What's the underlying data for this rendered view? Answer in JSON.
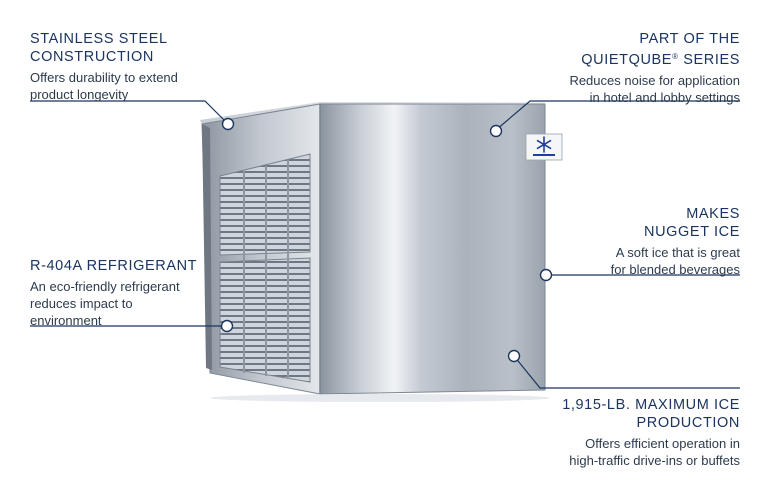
{
  "diagram": {
    "callouts": [
      {
        "id": "stainless",
        "title": "STAINLESS STEEL\nCONSTRUCTION",
        "desc": "Offers durability to extend\nproduct longevity"
      },
      {
        "id": "quietqube",
        "title_line1": "PART OF THE",
        "title_line2_a": "QUIETQUBE",
        "title_line2_sup": "®",
        "title_line2_b": " SERIES",
        "desc": "Reduces noise for application\nin hotel and lobby settings"
      },
      {
        "id": "refrigerant",
        "title": "R-404A REFRIGERANT",
        "desc": "An eco-friendly refrigerant\nreduces impact to\nenvironment"
      },
      {
        "id": "nugget",
        "title": "MAKES\nNUGGET ICE",
        "desc": "A soft ice that is great\nfor blended beverages"
      },
      {
        "id": "production",
        "title": "1,915-LB. MAXIMUM ICE\nPRODUCTION",
        "desc": "Offers efficient operation in\nhigh-traffic drive-ins or buffets"
      }
    ],
    "colors": {
      "label": "#1b3560",
      "leader": "#1b3560",
      "steel_light": "#dfe4ea",
      "steel_dark": "#8f98a3",
      "badge": "#1f3f9a"
    },
    "logo_icon": "snowflake-logo-icon"
  }
}
